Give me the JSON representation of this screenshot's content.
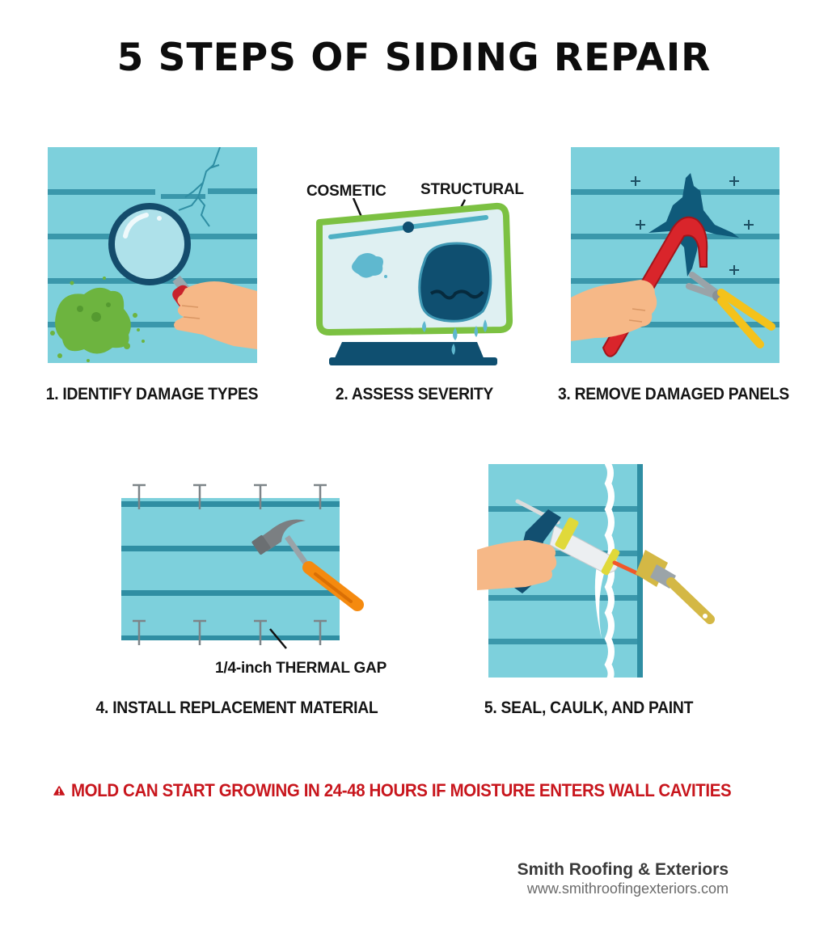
{
  "title": "5 STEPS OF SIDING REPAIR",
  "colors": {
    "siding": "#7dd0dc",
    "siding_groove": "#2f8ea3",
    "dark_navy": "#0f4f70",
    "mold_green": "#6db43f",
    "monitor_green": "#7cc142",
    "tool_red": "#d9252b",
    "plier_yellow": "#f4c21b",
    "handle_orange": "#f58a0f",
    "skin": "#f6b887",
    "warning_red": "#c8161d",
    "brand_text": "#3a3a3a"
  },
  "steps": [
    {
      "number": 1,
      "label": "1. IDENTIFY DAMAGE TYPES",
      "illustration": [
        "siding-panel",
        "crack",
        "mold-patch",
        "magnifying-glass",
        "hand"
      ]
    },
    {
      "number": 2,
      "label": "2. ASSESS SEVERITY",
      "illustration": [
        "monitor",
        "severity-slider",
        "cosmetic-stain",
        "structural-damage",
        "water-drips"
      ],
      "callouts": {
        "cosmetic": "COSMETIC",
        "structural": "STRUCTURAL"
      }
    },
    {
      "number": 3,
      "label": "3. REMOVE DAMAGED PANELS",
      "illustration": [
        "siding-panel",
        "torn-hole",
        "nail-marks",
        "pry-bar",
        "pliers",
        "hand"
      ]
    },
    {
      "number": 4,
      "label": "4. INSTALL REPLACEMENT MATERIAL",
      "illustration": [
        "siding-panel",
        "nails",
        "hammer"
      ],
      "callouts": {
        "gap": "1/4-inch THERMAL GAP"
      }
    },
    {
      "number": 5,
      "label": "5. SEAL, CAULK, AND PAINT",
      "illustration": [
        "siding-panel",
        "caulk-bead",
        "caulk-gun",
        "paint-brush",
        "hand"
      ]
    }
  ],
  "warning": {
    "icon": "warning-triangle-icon",
    "text": "MOLD CAN START GROWING IN 24-48 HOURS IF MOISTURE ENTERS WALL CAVITIES"
  },
  "brand": {
    "name": "Smith Roofing & Exteriors",
    "url": "www.smithroofingexteriors.com"
  }
}
